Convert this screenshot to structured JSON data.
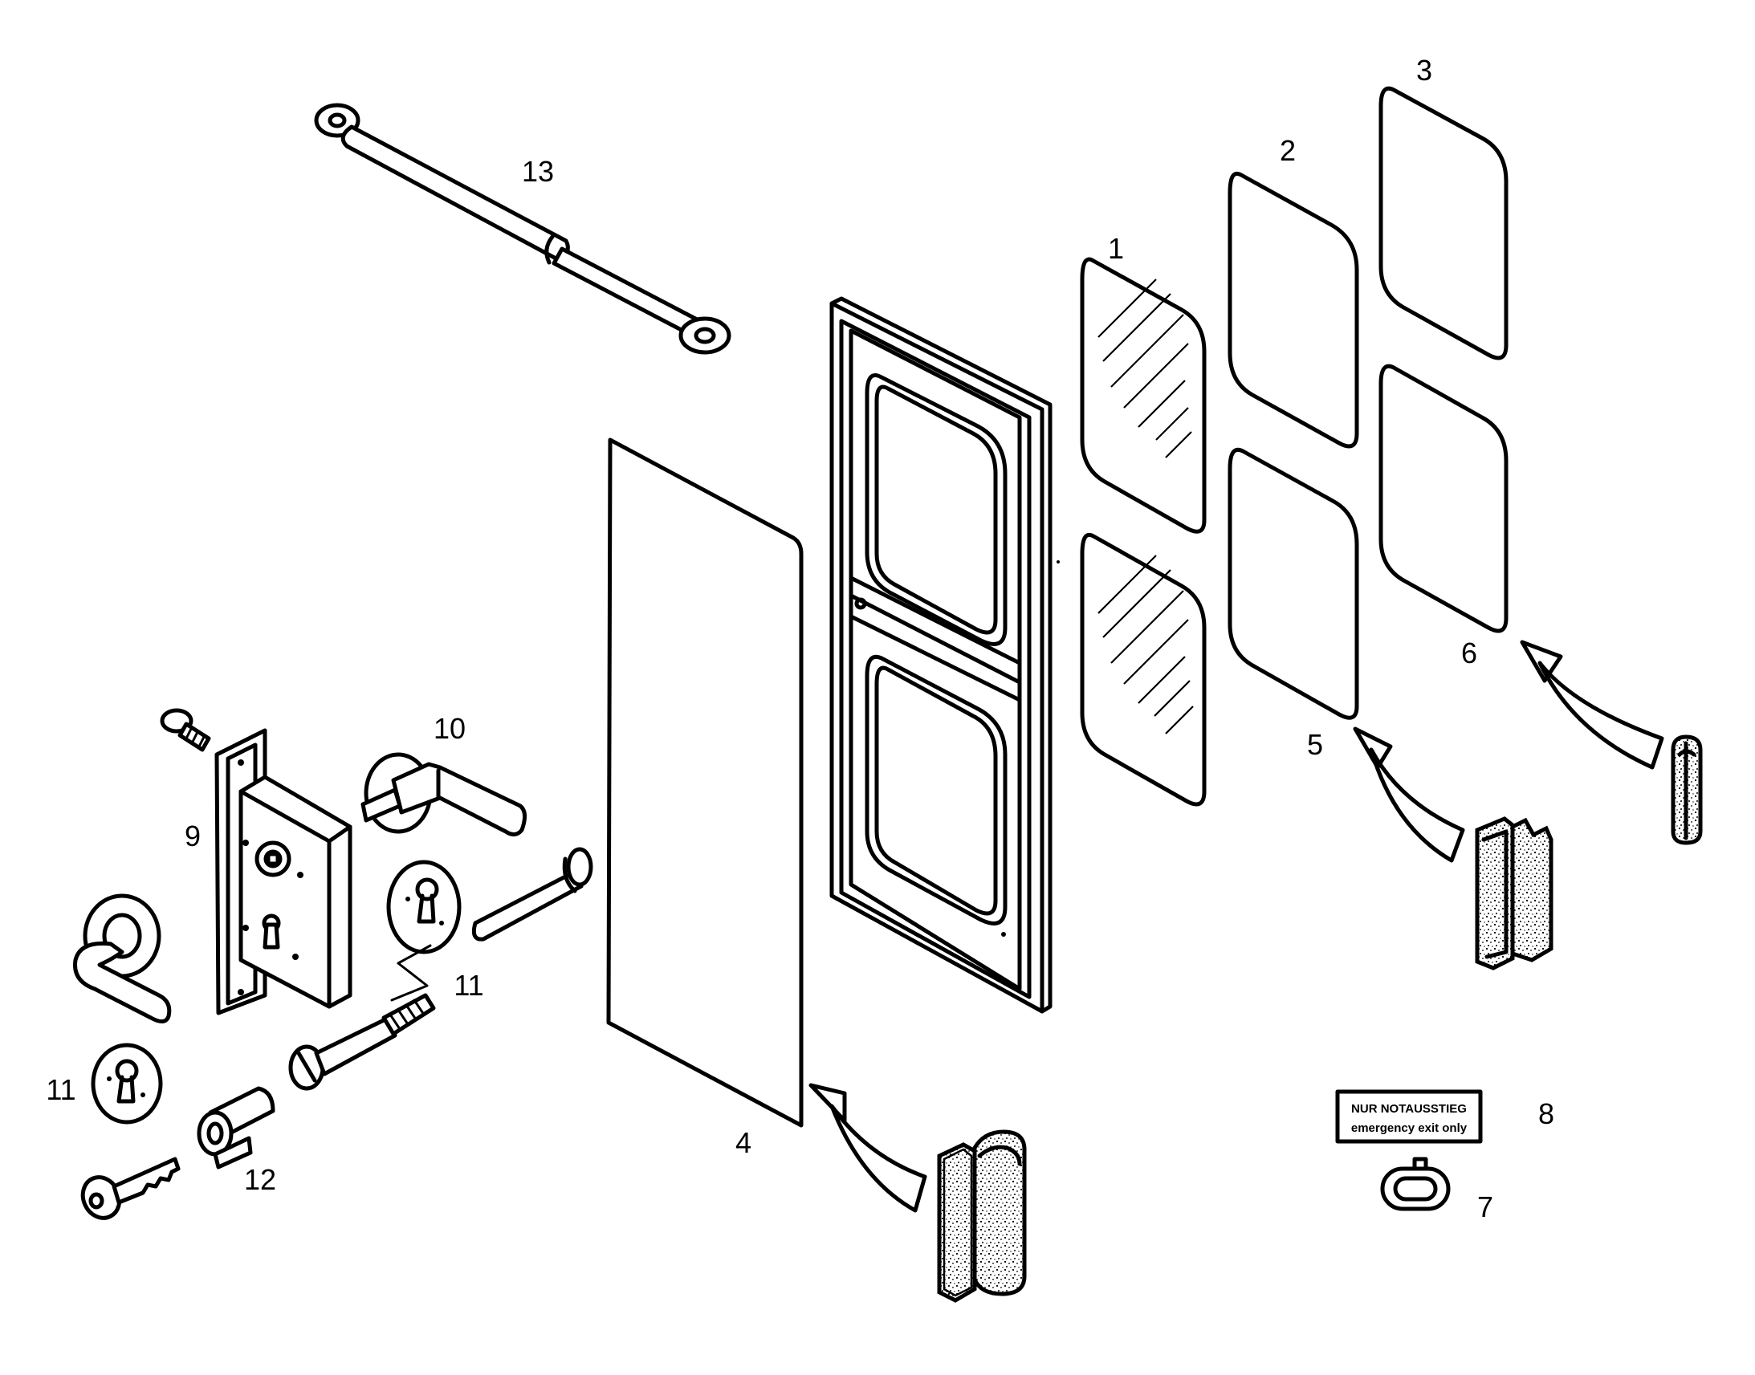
{
  "callouts": {
    "p1": "1",
    "p2": "2",
    "p3": "3",
    "p4": "4",
    "p5": "5",
    "p6": "6",
    "p7": "7",
    "p8": "8",
    "p9": "9",
    "p10": "10",
    "p11a": "11",
    "p11b": "11",
    "p12": "12",
    "p13": "13"
  },
  "sign": {
    "line1": "NUR NOTAUSSTIEG",
    "line2": "emergency exit only"
  }
}
